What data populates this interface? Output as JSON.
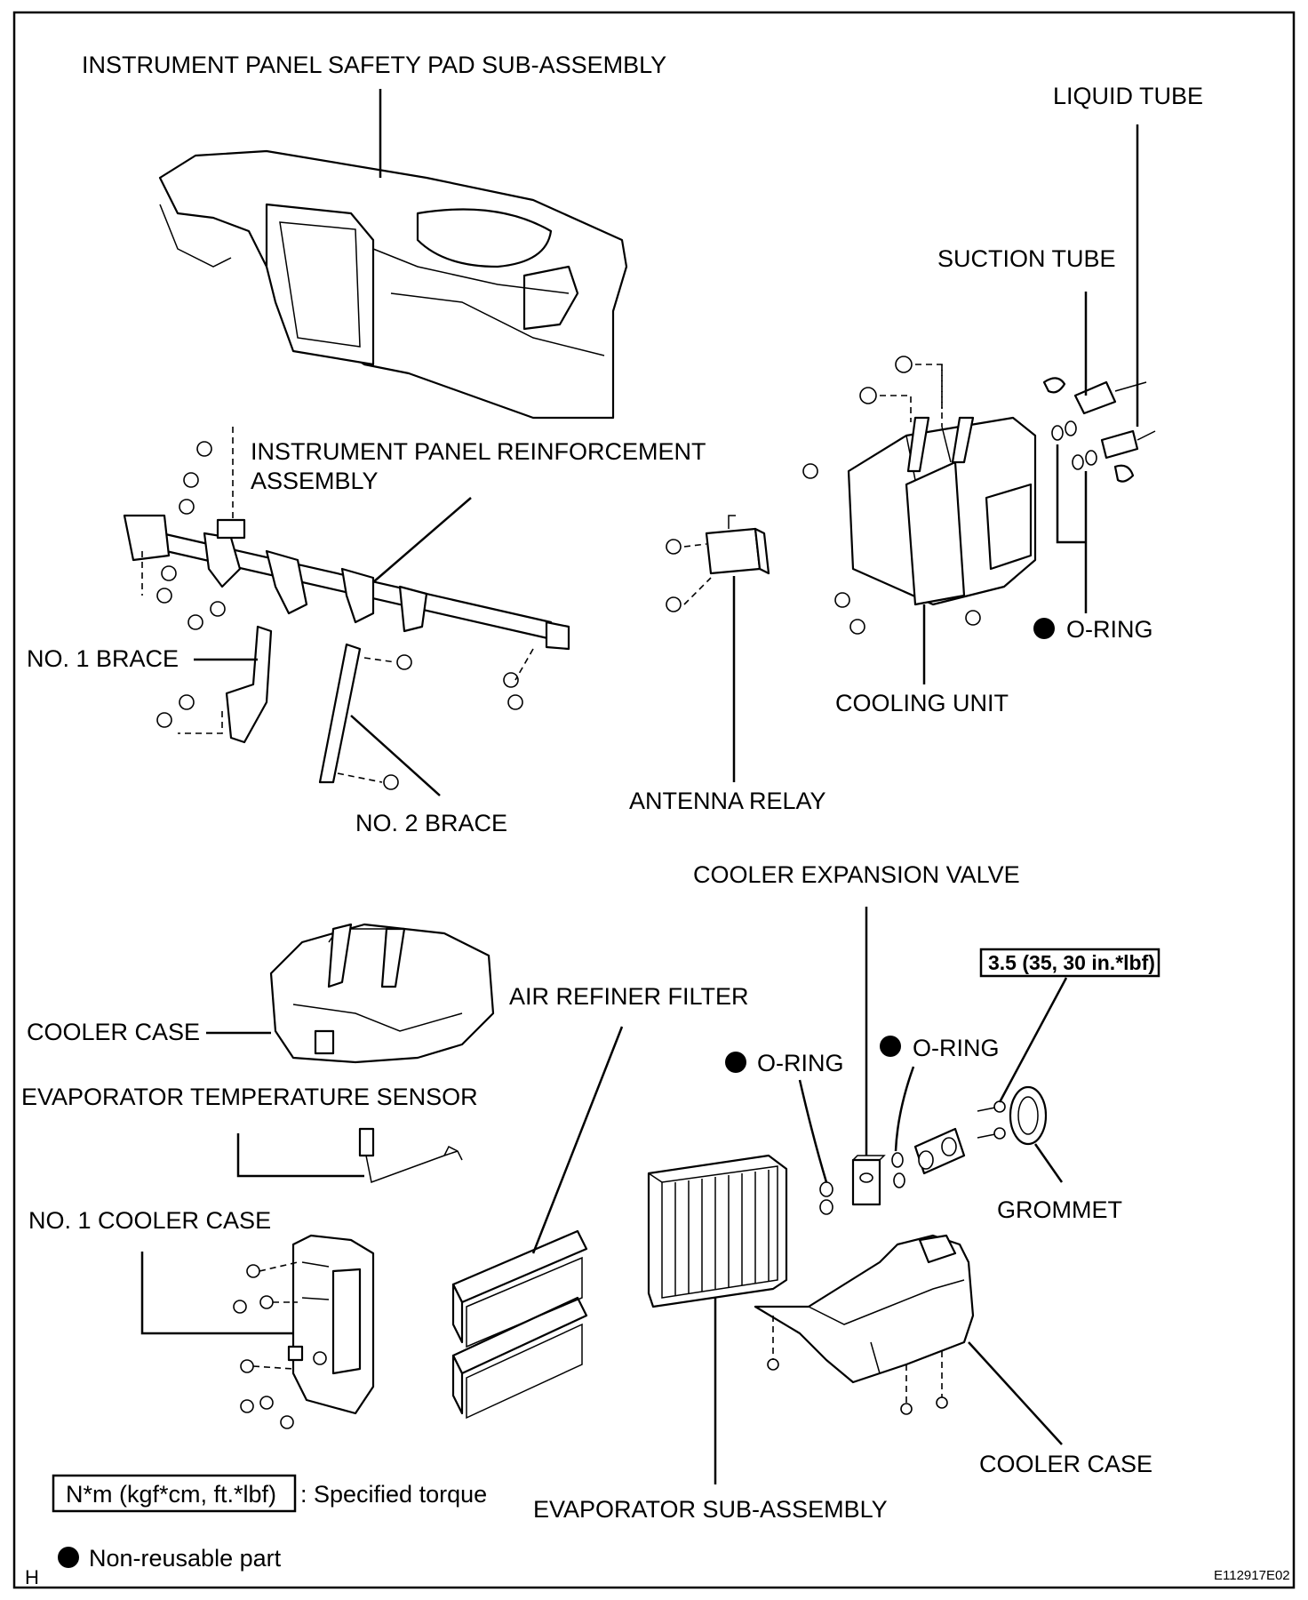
{
  "labels": {
    "safety_pad": "INSTRUMENT PANEL SAFETY PAD SUB-ASSEMBLY",
    "liquid_tube": "LIQUID TUBE",
    "suction_tube": "SUCTION TUBE",
    "reinforcement_line1": "INSTRUMENT PANEL REINFORCEMENT",
    "reinforcement_line2": "ASSEMBLY",
    "no1_brace": "NO. 1 BRACE",
    "no2_brace": "NO. 2 BRACE",
    "antenna_relay": "ANTENNA RELAY",
    "cooling_unit": "COOLING UNIT",
    "o_ring": "O-RING",
    "cooler_expansion_valve": "COOLER EXPANSION VALVE",
    "torque_value": "3.5 (35, 30 in.*lbf)",
    "air_refiner_filter": "AIR REFINER FILTER",
    "cooler_case": "COOLER CASE",
    "evap_temp_sensor": "EVAPORATOR TEMPERATURE SENSOR",
    "grommet": "GROMMET",
    "no1_cooler_case": "NO. 1 COOLER CASE",
    "evaporator_sub_assembly": "EVAPORATOR SUB-ASSEMBLY"
  },
  "legend": {
    "torque_box": "N*m (kgf*cm, ft.*lbf)",
    "torque_desc": ": Specified torque",
    "non_reusable": "Non-reusable part"
  },
  "footer": {
    "corner_letter": "H",
    "figure_code": "E112917E02"
  }
}
